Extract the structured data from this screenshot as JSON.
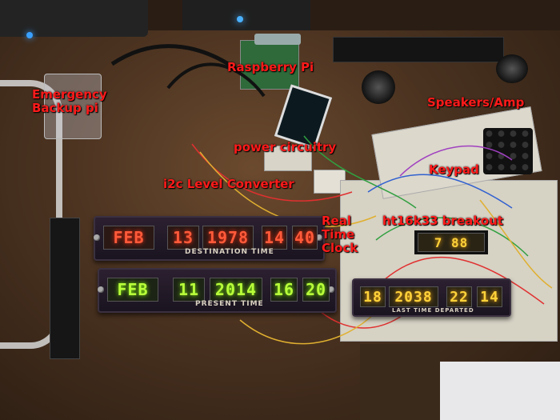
{
  "labels": {
    "raspberry_pi": "Raspberry Pi",
    "emergency_backup_pi": "Emergency\nBackup pi",
    "speakers_amp": "Speakers/Amp",
    "power_circuitry": "power circuitry",
    "keypad": "Keypad",
    "i2c_level_converter": "i2c Level Converter",
    "real_time_clock": "Real\nTime\nClock",
    "ht16k33_breakout": "ht16k33 breakout"
  },
  "destination_panel": {
    "caption": "DESTINATION TIME",
    "month": "FEB",
    "day": "13",
    "year": "1978",
    "hour": "14",
    "minute": "40"
  },
  "present_panel": {
    "caption": "PRESENT TIME",
    "month": "FEB",
    "day": "11",
    "year": "2014",
    "hour": "16",
    "minute": "20"
  },
  "last_panel": {
    "caption": "LAST TIME DEPARTED",
    "day": "18",
    "year": "2038",
    "hour": "22",
    "minute": "14"
  },
  "breakout_display": "7 88",
  "colors": {
    "label_red": "#ff1a1a",
    "display_red": "#ff5a3a",
    "display_green": "#b8ff3a",
    "display_yellow": "#ffd23a"
  }
}
